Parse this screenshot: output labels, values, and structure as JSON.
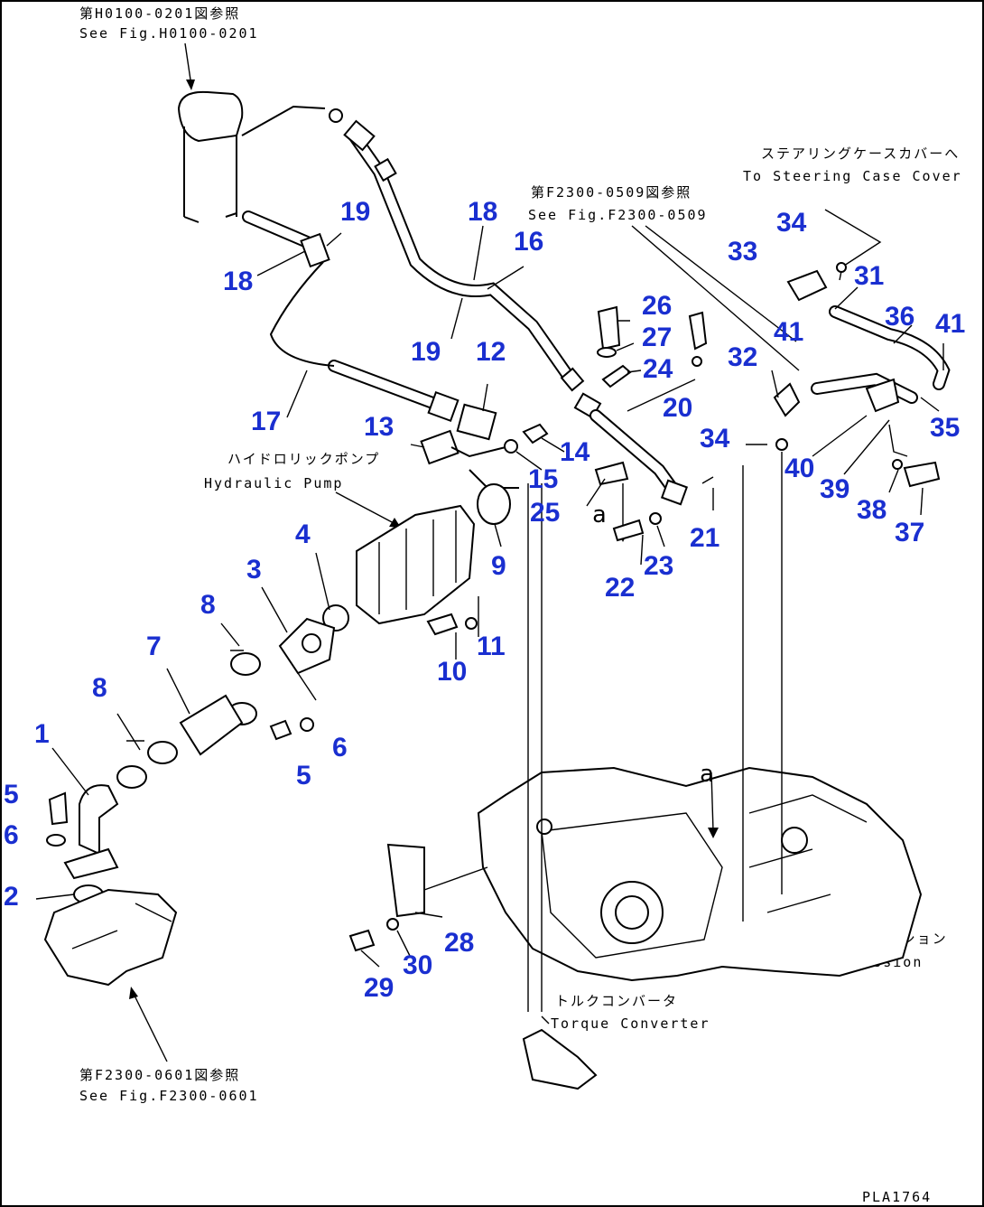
{
  "diagram": {
    "drawing_code": "PLA1764",
    "references": {
      "filter_jp": "第H0100-0201図参照",
      "filter_en": "See Fig.H0100-0201",
      "valve_jp": "第F2300-0509図参照",
      "valve_en": "See Fig.F2300-0509",
      "pump_drive_jp": "第F2300-0601図参照",
      "pump_drive_en": "See Fig.F2300-0601"
    },
    "component_labels": {
      "hydraulic_pump_jp": "ハイドロリックポンプ",
      "hydraulic_pump_en": "Hydraulic Pump",
      "steering_jp": "ステアリングケースカバーへ",
      "steering_en": "To Steering Case Cover",
      "transmission_jp": "トランスミッション",
      "transmission_en": "Transmission",
      "torque_converter_jp": "トルクコンバータ",
      "torque_converter_en": "Torque Converter"
    },
    "callout_marks": [
      "a",
      "a"
    ],
    "part_numbers": [
      "1",
      "2",
      "3",
      "4",
      "5",
      "5",
      "6",
      "6",
      "7",
      "8",
      "8",
      "9",
      "10",
      "11",
      "12",
      "13",
      "14",
      "15",
      "16",
      "17",
      "18",
      "18",
      "19",
      "19",
      "20",
      "21",
      "22",
      "23",
      "24",
      "25",
      "26",
      "27",
      "28",
      "29",
      "30",
      "31",
      "32",
      "33",
      "34",
      "34",
      "35",
      "36",
      "37",
      "38",
      "39",
      "40",
      "41",
      "41"
    ]
  }
}
